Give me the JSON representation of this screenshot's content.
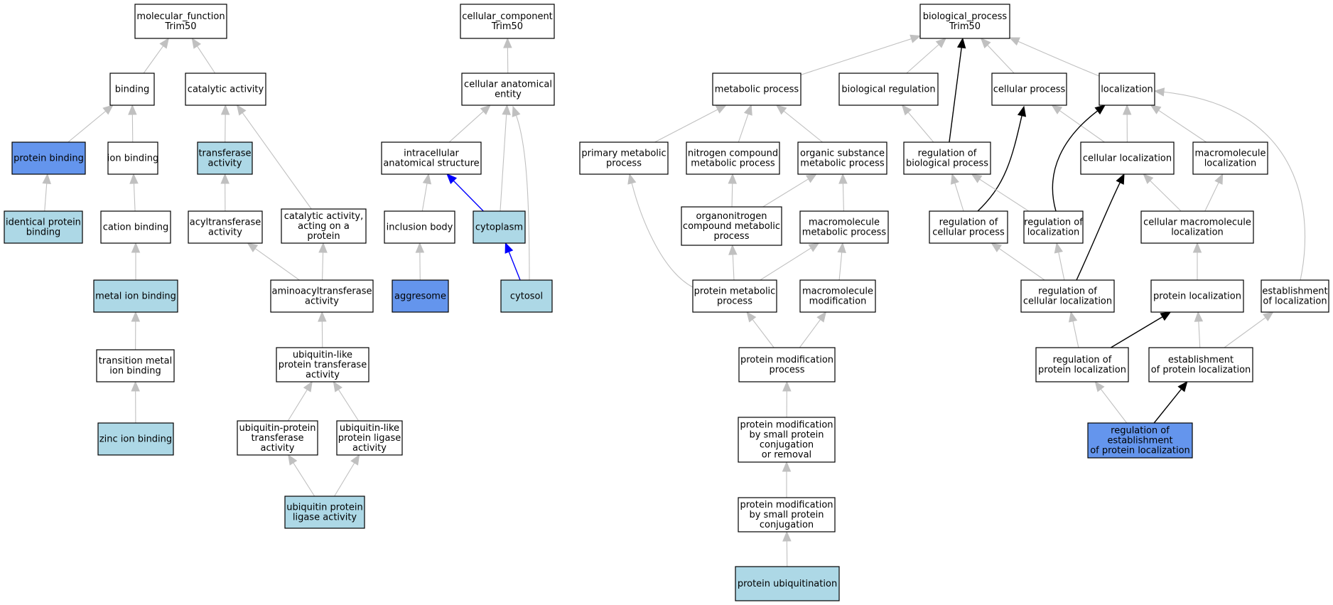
{
  "colors": {
    "plain": "#ffffff",
    "light": "#add8e6",
    "dark": "#6495ed",
    "edge_gray": "#c0c0c0",
    "edge_black": "#000000",
    "edge_blue": "#0000ff"
  },
  "nodes": [
    {
      "id": "mf",
      "lines": [
        "molecular_function",
        "Trim50"
      ],
      "fill": "plain"
    },
    {
      "id": "binding",
      "lines": [
        "binding"
      ],
      "fill": "plain"
    },
    {
      "id": "catalytic",
      "lines": [
        "catalytic activity"
      ],
      "fill": "plain"
    },
    {
      "id": "protein_binding",
      "lines": [
        "protein binding"
      ],
      "fill": "dark"
    },
    {
      "id": "ion_binding",
      "lines": [
        "ion binding"
      ],
      "fill": "plain"
    },
    {
      "id": "transferase",
      "lines": [
        "transferase",
        "activity"
      ],
      "fill": "light"
    },
    {
      "id": "identical",
      "lines": [
        "identical protein",
        "binding"
      ],
      "fill": "light"
    },
    {
      "id": "cation",
      "lines": [
        "cation binding"
      ],
      "fill": "plain"
    },
    {
      "id": "acyltrans",
      "lines": [
        "acyltransferase",
        "activity"
      ],
      "fill": "plain"
    },
    {
      "id": "cat_on_protein",
      "lines": [
        "catalytic activity,",
        "acting on a",
        "protein"
      ],
      "fill": "plain"
    },
    {
      "id": "metal_ion",
      "lines": [
        "metal ion binding"
      ],
      "fill": "light"
    },
    {
      "id": "aminoacyl",
      "lines": [
        "aminoacyltransferase",
        "activity"
      ],
      "fill": "plain"
    },
    {
      "id": "transition",
      "lines": [
        "transition metal",
        "ion binding"
      ],
      "fill": "plain"
    },
    {
      "id": "ubl_transferase",
      "lines": [
        "ubiquitin-like",
        "protein transferase",
        "activity"
      ],
      "fill": "plain"
    },
    {
      "id": "zinc",
      "lines": [
        "zinc ion binding"
      ],
      "fill": "light"
    },
    {
      "id": "ub_prot_trans",
      "lines": [
        "ubiquitin-protein",
        "transferase",
        "activity"
      ],
      "fill": "plain"
    },
    {
      "id": "ubl_ligase",
      "lines": [
        "ubiquitin-like",
        "protein ligase",
        "activity"
      ],
      "fill": "plain"
    },
    {
      "id": "ub_ligase",
      "lines": [
        "ubiquitin protein",
        "ligase activity"
      ],
      "fill": "light"
    },
    {
      "id": "cc",
      "lines": [
        "cellular_component",
        "Trim50"
      ],
      "fill": "plain"
    },
    {
      "id": "anat_entity",
      "lines": [
        "cellular anatomical",
        "entity"
      ],
      "fill": "plain"
    },
    {
      "id": "intracellular",
      "lines": [
        "intracellular",
        "anatomical structure"
      ],
      "fill": "plain"
    },
    {
      "id": "inclusion",
      "lines": [
        "inclusion body"
      ],
      "fill": "plain"
    },
    {
      "id": "cytoplasm",
      "lines": [
        "cytoplasm"
      ],
      "fill": "light"
    },
    {
      "id": "aggresome",
      "lines": [
        "aggresome"
      ],
      "fill": "dark"
    },
    {
      "id": "cytosol",
      "lines": [
        "cytosol"
      ],
      "fill": "light"
    },
    {
      "id": "bp",
      "lines": [
        "biological_process",
        "Trim50"
      ],
      "fill": "plain"
    },
    {
      "id": "metabolic",
      "lines": [
        "metabolic process"
      ],
      "fill": "plain"
    },
    {
      "id": "bio_reg",
      "lines": [
        "biological regulation"
      ],
      "fill": "plain"
    },
    {
      "id": "cell_proc",
      "lines": [
        "cellular process"
      ],
      "fill": "plain"
    },
    {
      "id": "localization",
      "lines": [
        "localization"
      ],
      "fill": "plain"
    },
    {
      "id": "primary_met",
      "lines": [
        "primary metabolic",
        "process"
      ],
      "fill": "plain"
    },
    {
      "id": "nitrogen",
      "lines": [
        "nitrogen compound",
        "metabolic process"
      ],
      "fill": "plain"
    },
    {
      "id": "organic",
      "lines": [
        "organic substance",
        "metabolic process"
      ],
      "fill": "plain"
    },
    {
      "id": "reg_bio",
      "lines": [
        "regulation of",
        "biological process"
      ],
      "fill": "plain"
    },
    {
      "id": "cell_loc",
      "lines": [
        "cellular localization"
      ],
      "fill": "plain"
    },
    {
      "id": "macro_loc",
      "lines": [
        "macromolecule",
        "localization"
      ],
      "fill": "plain"
    },
    {
      "id": "organonitrogen",
      "lines": [
        "organonitrogen",
        "compound metabolic",
        "process"
      ],
      "fill": "plain"
    },
    {
      "id": "macro_met",
      "lines": [
        "macromolecule",
        "metabolic process"
      ],
      "fill": "plain"
    },
    {
      "id": "reg_cell_proc",
      "lines": [
        "regulation of",
        "cellular process"
      ],
      "fill": "plain"
    },
    {
      "id": "reg_loc",
      "lines": [
        "regulation of",
        "localization"
      ],
      "fill": "plain"
    },
    {
      "id": "cell_macro_loc",
      "lines": [
        "cellular macromolecule",
        "localization"
      ],
      "fill": "plain"
    },
    {
      "id": "prot_met",
      "lines": [
        "protein metabolic",
        "process"
      ],
      "fill": "plain"
    },
    {
      "id": "macro_mod",
      "lines": [
        "macromolecule",
        "modification"
      ],
      "fill": "plain"
    },
    {
      "id": "reg_cell_loc",
      "lines": [
        "regulation of",
        "cellular localization"
      ],
      "fill": "plain"
    },
    {
      "id": "prot_loc",
      "lines": [
        "protein localization"
      ],
      "fill": "plain"
    },
    {
      "id": "estab_loc",
      "lines": [
        "establishment",
        "of localization"
      ],
      "fill": "plain"
    },
    {
      "id": "prot_mod",
      "lines": [
        "protein modification",
        "process"
      ],
      "fill": "plain"
    },
    {
      "id": "reg_prot_loc",
      "lines": [
        "regulation of",
        "protein localization"
      ],
      "fill": "plain"
    },
    {
      "id": "estab_prot_loc",
      "lines": [
        "establishment",
        "of protein localization"
      ],
      "fill": "plain"
    },
    {
      "id": "prot_mod_small_rem",
      "lines": [
        "protein modification",
        "by small protein",
        "conjugation",
        "or removal"
      ],
      "fill": "plain"
    },
    {
      "id": "reg_estab",
      "lines": [
        "regulation of",
        "establishment",
        "of protein localization"
      ],
      "fill": "dark"
    },
    {
      "id": "prot_mod_small",
      "lines": [
        "protein modification",
        "by small protein",
        "conjugation"
      ],
      "fill": "plain"
    },
    {
      "id": "prot_ubiq",
      "lines": [
        "protein ubiquitination"
      ],
      "fill": "light"
    }
  ],
  "edges": [
    {
      "from": "binding",
      "to": "mf",
      "color": "edge_gray"
    },
    {
      "from": "catalytic",
      "to": "mf",
      "color": "edge_gray"
    },
    {
      "from": "protein_binding",
      "to": "binding",
      "color": "edge_gray"
    },
    {
      "from": "ion_binding",
      "to": "binding",
      "color": "edge_gray"
    },
    {
      "from": "transferase",
      "to": "catalytic",
      "color": "edge_gray"
    },
    {
      "from": "cat_on_protein",
      "to": "catalytic",
      "color": "edge_gray"
    },
    {
      "from": "identical",
      "to": "protein_binding",
      "color": "edge_gray"
    },
    {
      "from": "cation",
      "to": "ion_binding",
      "color": "edge_gray"
    },
    {
      "from": "acyltrans",
      "to": "transferase",
      "color": "edge_gray"
    },
    {
      "from": "metal_ion",
      "to": "cation",
      "color": "edge_gray"
    },
    {
      "from": "aminoacyl",
      "to": "acyltrans",
      "color": "edge_gray"
    },
    {
      "from": "aminoacyl",
      "to": "cat_on_protein",
      "color": "edge_gray"
    },
    {
      "from": "transition",
      "to": "metal_ion",
      "color": "edge_gray"
    },
    {
      "from": "ubl_transferase",
      "to": "aminoacyl",
      "color": "edge_gray"
    },
    {
      "from": "zinc",
      "to": "transition",
      "color": "edge_gray"
    },
    {
      "from": "ub_prot_trans",
      "to": "ubl_transferase",
      "color": "edge_gray"
    },
    {
      "from": "ubl_ligase",
      "to": "ubl_transferase",
      "color": "edge_gray"
    },
    {
      "from": "ub_ligase",
      "to": "ub_prot_trans",
      "color": "edge_gray"
    },
    {
      "from": "ub_ligase",
      "to": "ubl_ligase",
      "color": "edge_gray"
    },
    {
      "from": "anat_entity",
      "to": "cc",
      "color": "edge_gray"
    },
    {
      "from": "intracellular",
      "to": "anat_entity",
      "color": "edge_gray"
    },
    {
      "from": "cytoplasm",
      "to": "anat_entity",
      "color": "edge_gray"
    },
    {
      "from": "cytosol",
      "to": "anat_entity",
      "color": "edge_gray"
    },
    {
      "from": "inclusion",
      "to": "intracellular",
      "color": "edge_gray"
    },
    {
      "from": "cytoplasm",
      "to": "intracellular",
      "color": "edge_blue"
    },
    {
      "from": "aggresome",
      "to": "inclusion",
      "color": "edge_gray"
    },
    {
      "from": "cytosol",
      "to": "cytoplasm",
      "color": "edge_blue"
    },
    {
      "from": "metabolic",
      "to": "bp",
      "color": "edge_gray"
    },
    {
      "from": "bio_reg",
      "to": "bp",
      "color": "edge_gray"
    },
    {
      "from": "cell_proc",
      "to": "bp",
      "color": "edge_gray"
    },
    {
      "from": "localization",
      "to": "bp",
      "color": "edge_gray"
    },
    {
      "from": "reg_bio",
      "to": "bp",
      "color": "edge_black"
    },
    {
      "from": "primary_met",
      "to": "metabolic",
      "color": "edge_gray"
    },
    {
      "from": "nitrogen",
      "to": "metabolic",
      "color": "edge_gray"
    },
    {
      "from": "organic",
      "to": "metabolic",
      "color": "edge_gray"
    },
    {
      "from": "reg_bio",
      "to": "bio_reg",
      "color": "edge_gray"
    },
    {
      "from": "reg_cell_proc",
      "to": "cell_proc",
      "color": "edge_black"
    },
    {
      "from": "cell_loc",
      "to": "cell_proc",
      "color": "edge_gray"
    },
    {
      "from": "cell_loc",
      "to": "localization",
      "color": "edge_gray"
    },
    {
      "from": "macro_loc",
      "to": "localization",
      "color": "edge_gray"
    },
    {
      "from": "reg_loc",
      "to": "localization",
      "color": "edge_black"
    },
    {
      "from": "estab_loc",
      "to": "localization",
      "color": "edge_gray"
    },
    {
      "from": "organonitrogen",
      "to": "nitrogen",
      "color": "edge_gray"
    },
    {
      "from": "organonitrogen",
      "to": "organic",
      "color": "edge_gray"
    },
    {
      "from": "macro_met",
      "to": "organic",
      "color": "edge_gray"
    },
    {
      "from": "reg_cell_proc",
      "to": "reg_bio",
      "color": "edge_gray"
    },
    {
      "from": "reg_loc",
      "to": "reg_bio",
      "color": "edge_gray"
    },
    {
      "from": "reg_cell_loc",
      "to": "cell_loc",
      "color": "edge_black"
    },
    {
      "from": "cell_macro_loc",
      "to": "cell_loc",
      "color": "edge_gray"
    },
    {
      "from": "cell_macro_loc",
      "to": "macro_loc",
      "color": "edge_gray"
    },
    {
      "from": "prot_met",
      "to": "primary_met",
      "color": "edge_gray"
    },
    {
      "from": "prot_met",
      "to": "organonitrogen",
      "color": "edge_gray"
    },
    {
      "from": "prot_met",
      "to": "macro_met",
      "color": "edge_gray"
    },
    {
      "from": "macro_mod",
      "to": "macro_met",
      "color": "edge_gray"
    },
    {
      "from": "reg_cell_loc",
      "to": "reg_cell_proc",
      "color": "edge_gray"
    },
    {
      "from": "reg_cell_loc",
      "to": "reg_loc",
      "color": "edge_gray"
    },
    {
      "from": "prot_loc",
      "to": "cell_macro_loc",
      "color": "edge_gray"
    },
    {
      "from": "prot_mod",
      "to": "prot_met",
      "color": "edge_gray"
    },
    {
      "from": "prot_mod",
      "to": "macro_mod",
      "color": "edge_gray"
    },
    {
      "from": "reg_prot_loc",
      "to": "reg_cell_loc",
      "color": "edge_gray"
    },
    {
      "from": "reg_prot_loc",
      "to": "prot_loc",
      "color": "edge_black"
    },
    {
      "from": "estab_prot_loc",
      "to": "prot_loc",
      "color": "edge_gray"
    },
    {
      "from": "estab_prot_loc",
      "to": "estab_loc",
      "color": "edge_gray"
    },
    {
      "from": "prot_mod_small_rem",
      "to": "prot_mod",
      "color": "edge_gray"
    },
    {
      "from": "reg_estab",
      "to": "reg_prot_loc",
      "color": "edge_gray"
    },
    {
      "from": "reg_estab",
      "to": "estab_prot_loc",
      "color": "edge_black"
    },
    {
      "from": "prot_mod_small",
      "to": "prot_mod_small_rem",
      "color": "edge_gray"
    },
    {
      "from": "prot_ubiq",
      "to": "prot_mod_small",
      "color": "edge_gray"
    }
  ]
}
